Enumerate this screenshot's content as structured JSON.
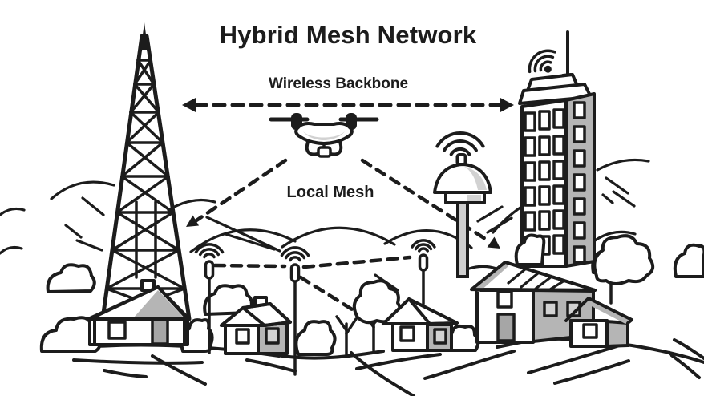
{
  "title": "Hybrid Mesh Network",
  "labels": {
    "backbone": "Wireless Backbone",
    "local_mesh": "Local Mesh"
  },
  "colors": {
    "ink": "#1c1c1c",
    "bg": "#ffffff",
    "gray_mid": "#b5b5b5",
    "gray_light": "#d2d2d2",
    "gray_door": "#a6a6a6"
  },
  "scene": {
    "elements": [
      "radio-tower",
      "drone",
      "office-building",
      "street-lamp-antenna",
      "mesh-pole-a",
      "mesh-pole-b",
      "rooftop-antenna-pole",
      "house-under-tower",
      "house-center",
      "house-with-antenna",
      "house-large",
      "house-small",
      "trees",
      "bushes",
      "hills",
      "ground"
    ],
    "wifi_signal_count": 5
  },
  "network": {
    "backbone_link": {
      "from": "radio-tower",
      "to": "office-building",
      "label": "Wireless Backbone",
      "style": "dashed-double-arrow"
    },
    "local_mesh_links": [
      {
        "from": "drone",
        "to": "radio-tower-base",
        "style": "dashed-arrow"
      },
      {
        "from": "drone",
        "to": "office-building-area",
        "style": "dashed-arrow"
      },
      {
        "from": "mesh-pole-a",
        "to": "mesh-pole-b",
        "style": "dashed"
      },
      {
        "from": "mesh-pole-b",
        "to": "rooftop-antenna-pole",
        "style": "dashed"
      },
      {
        "from": "mesh-pole-b",
        "to": "house-with-antenna",
        "style": "dashed-arrow"
      }
    ]
  }
}
